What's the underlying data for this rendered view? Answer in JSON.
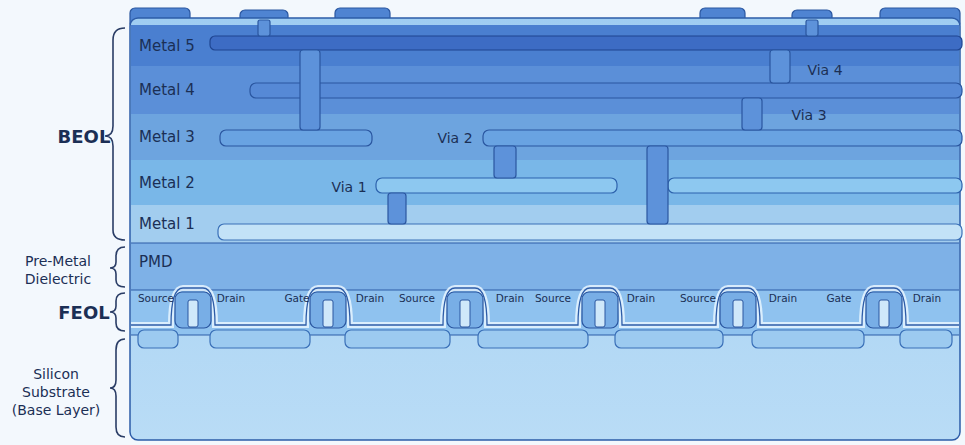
{
  "diagram": {
    "nodes": [
      {
        "text": [
          "Metal 5"
        ]
      },
      {
        "text": [
          "Metal 4"
        ]
      },
      {
        "text": [
          "Metal 3"
        ]
      },
      {
        "text": [
          "Metal 2"
        ]
      },
      {
        "text": [
          "Metal 1"
        ]
      },
      {
        "text": [
          "PMD"
        ]
      }
    ],
    "labels": [
      "BEOL",
      "Pre-Metal Dielectric",
      "FEOL",
      "Silicon Substrate (Base Layer)",
      "Via 4",
      "Via 3",
      "Via 2",
      "Via 1",
      "Source",
      "Drain",
      "Gate",
      "Drain",
      "Source",
      "Drain",
      "Source",
      "Drain",
      "Source",
      "Drain",
      "Gate",
      "Drain"
    ]
  }
}
